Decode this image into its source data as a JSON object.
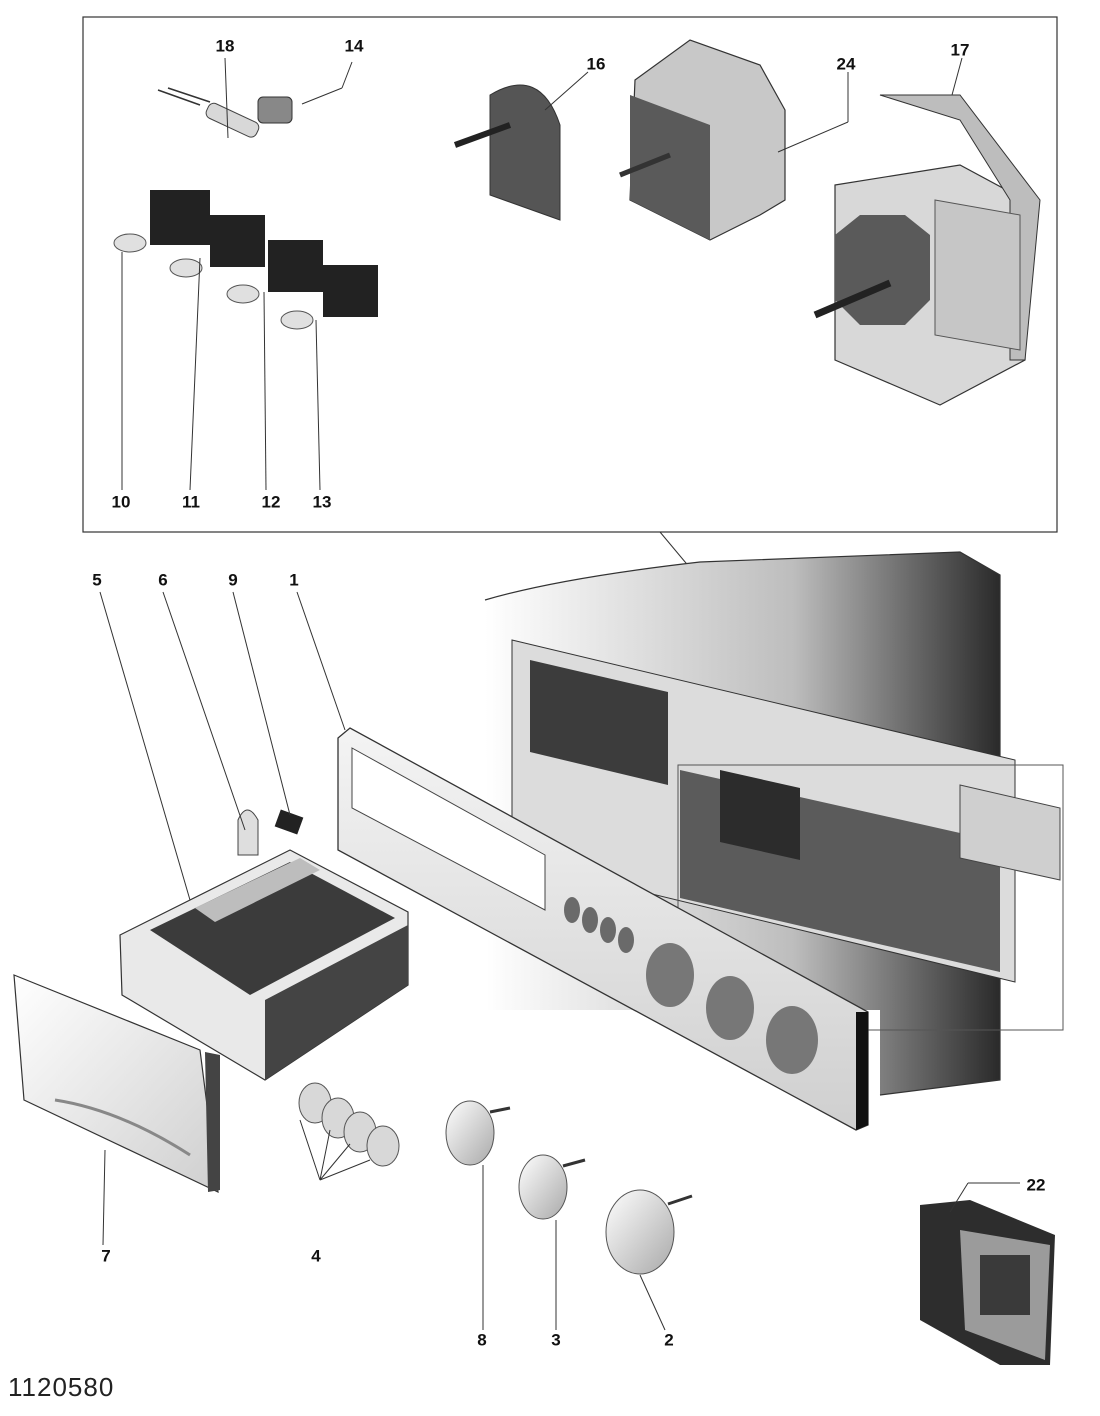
{
  "callouts": {
    "c1": "1",
    "c2": "2",
    "c3": "3",
    "c4": "4",
    "c5": "5",
    "c6": "6",
    "c7": "7",
    "c8": "8",
    "c9": "9",
    "c10": "10",
    "c11": "11",
    "c12": "12",
    "c13": "13",
    "c14": "14",
    "c16": "16",
    "c17": "17",
    "c18": "18",
    "c22": "22",
    "c24": "24"
  },
  "document_id": "1120580"
}
